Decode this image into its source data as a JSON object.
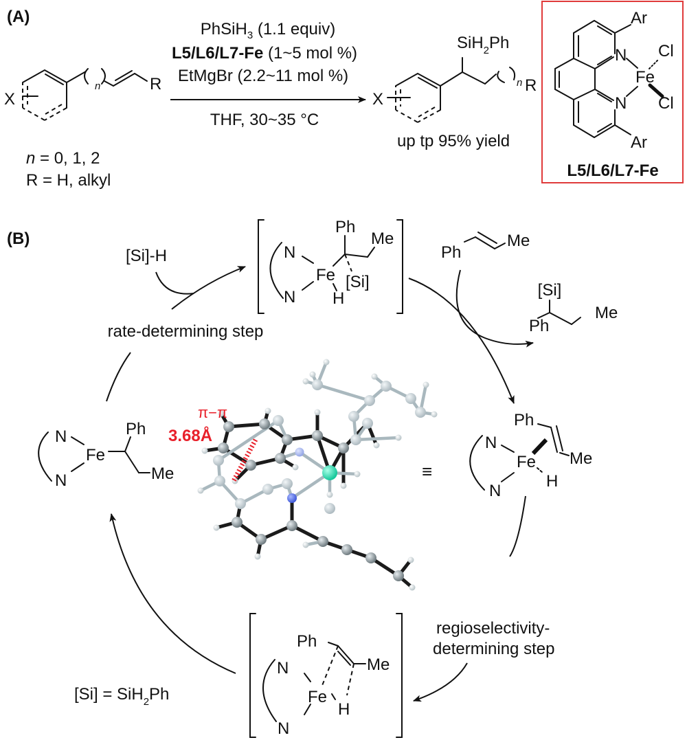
{
  "panel_a": {
    "label": "(A)",
    "substrate": {
      "x_label": "X",
      "n_label": "n",
      "r_label": "R",
      "conditions_n": "n = 0, 1, 2",
      "n_italic": "n",
      "n_rest": " = 0, 1, 2",
      "conditions_r": "R = H, alkyl"
    },
    "reagents": {
      "line1_main": "PhSiH",
      "line1_sub": "3",
      "line1_rest": " (1.1 equiv)",
      "line2_bold": "L5/L6/L7-Fe",
      "line2_rest": " (1~5 mol %)",
      "line3": "EtMgBr (2.2~11 mol %)",
      "below_arrow": "THF, 30~35 °C"
    },
    "product": {
      "silyl_main": "SiH",
      "silyl_sub": "2",
      "silyl_rest": "Ph",
      "x_label": "X",
      "n_label": "n",
      "r_label": "R",
      "yield": "up tp 95% yield"
    },
    "catalyst": {
      "ar_top": "Ar",
      "ar_bottom": "Ar",
      "n_top": "N",
      "n_bottom": "N",
      "metal": "Fe",
      "cl_top": "Cl",
      "cl_bottom": "Cl",
      "name": "L5/L6/L7-Fe",
      "box_color": "#e03a3a"
    }
  },
  "panel_b": {
    "label": "(B)",
    "silane_reagent": "[Si]-H",
    "rate_step": "rate-determining step",
    "ts1": {
      "n1": "N",
      "n2": "N",
      "metal": "Fe",
      "ph": "Ph",
      "me": "Me",
      "si": "[Si]",
      "h": "H"
    },
    "alkene": {
      "ph": "Ph",
      "me": "Me"
    },
    "product": {
      "si": "[Si]",
      "ph": "Ph",
      "me": "Me"
    },
    "complex_right": {
      "n1": "N",
      "n2": "N",
      "metal": "Fe",
      "ph": "Ph",
      "me": "Me",
      "h": "H"
    },
    "equiv_symbol": "≡",
    "regio_step_line1": "regioselectivity-",
    "regio_step_line2": "determining step",
    "ts2": {
      "n1": "N",
      "n2": "N",
      "metal": "Fe",
      "ph": "Ph",
      "me": "Me",
      "h": "H"
    },
    "alkyl_left": {
      "n1": "N",
      "n2": "N",
      "metal": "Fe",
      "ph": "Ph",
      "me": "Me"
    },
    "si_definition_main": "[Si] = SiH",
    "si_definition_sub": "2",
    "si_definition_rest": "Ph",
    "pi_label": "π−π",
    "distance_label": "3.68Å",
    "highlight_color": "#e8202a"
  }
}
